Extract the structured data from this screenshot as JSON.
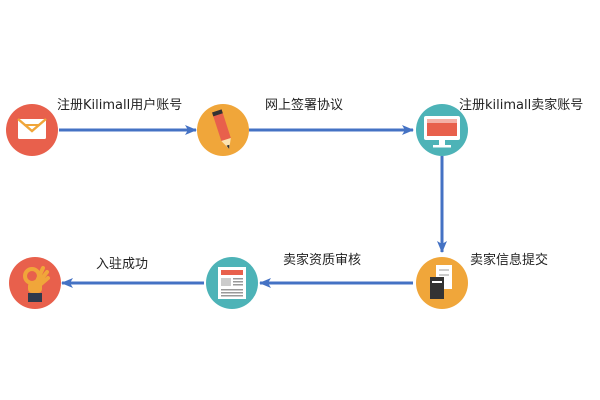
{
  "steps": [
    {
      "label": "注册Kilimall用户账号",
      "icon": "envelope-icon",
      "color": "#E8604C"
    },
    {
      "label": "网上签署协议",
      "icon": "pencil-icon",
      "color": "#F0A63A"
    },
    {
      "label": "注册kilimall卖家账号",
      "icon": "monitor-icon",
      "color": "#4DB3B7"
    },
    {
      "label": "卖家信息提交",
      "icon": "document-icon",
      "color": "#F0A63A"
    },
    {
      "label": "卖家资质审核",
      "icon": "newspaper-icon",
      "color": "#4DB3B7"
    },
    {
      "label": "入驻成功",
      "icon": "ok-hand-icon",
      "color": "#E8604C"
    }
  ],
  "colors": {
    "arrow": "#4472C4"
  }
}
